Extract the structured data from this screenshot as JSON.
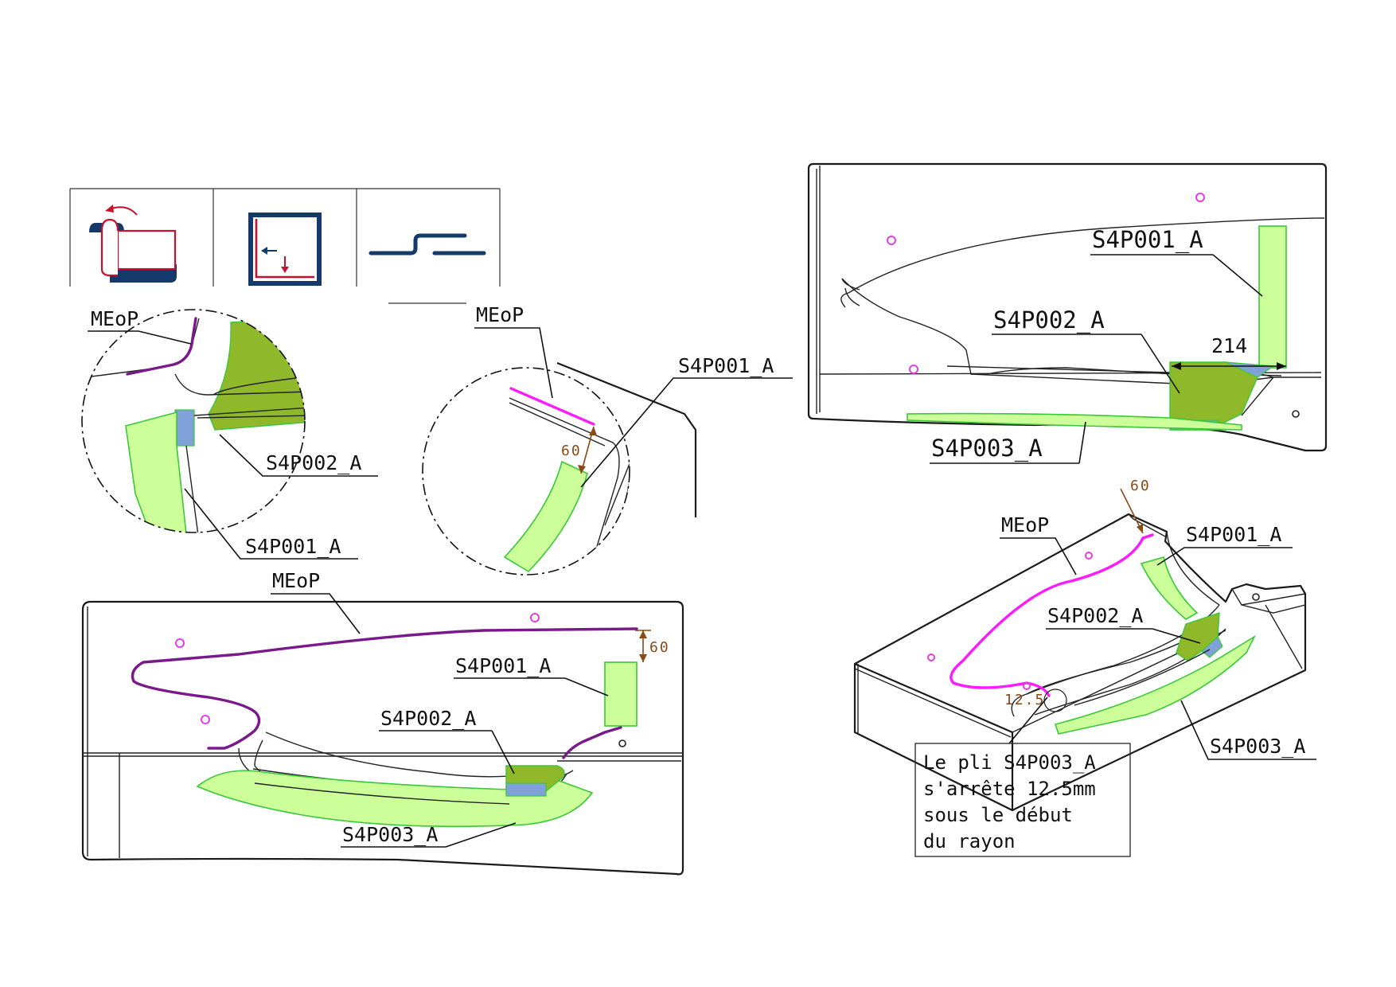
{
  "toolbar": {
    "icons": [
      {
        "name": "ply-fold-icon"
      },
      {
        "name": "ply-corner-offset-icon"
      },
      {
        "name": "ply-step-joggle-icon"
      }
    ],
    "colors": {
      "navy": "#133a6b",
      "red": "#c8102e"
    }
  },
  "labels": {
    "meop": "MEoP",
    "ply1": "S4P001_A",
    "ply2": "S4P002_A",
    "ply3": "S4P003_A"
  },
  "dimensions": {
    "offset_60": "60",
    "width_214": "214",
    "offset_12_5": "12.5"
  },
  "note": {
    "line1": "Le pli S4P003_A",
    "line2": "s'arrête 12.5mm",
    "line3": "sous le début",
    "line4": "du rayon"
  },
  "colors": {
    "meop_line": "#ff1aff",
    "ply_light": "#ccff99",
    "ply_dark": "#8fb82a",
    "ply_overlap": "#7fa0d8"
  }
}
